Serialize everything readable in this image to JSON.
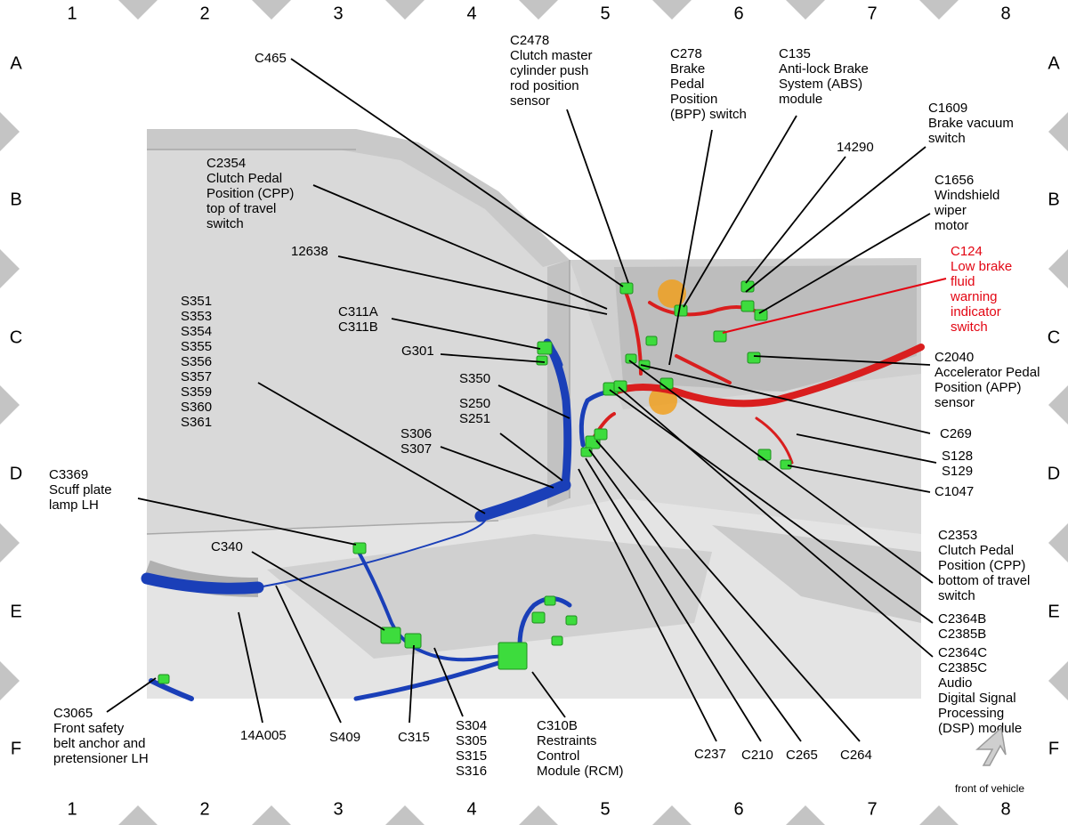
{
  "grid": {
    "columns": [
      "1",
      "2",
      "3",
      "4",
      "5",
      "6",
      "7",
      "8"
    ],
    "rows": [
      "A",
      "B",
      "C",
      "D",
      "E",
      "F"
    ]
  },
  "callouts": [
    {
      "id": "c465",
      "lines": [
        "C465"
      ]
    },
    {
      "id": "c2478",
      "lines": [
        "C2478",
        "Clutch master",
        "cylinder push",
        "rod position",
        "sensor"
      ]
    },
    {
      "id": "c278",
      "lines": [
        "C278",
        "Brake",
        "Pedal",
        "Position",
        "(BPP) switch"
      ]
    },
    {
      "id": "c135",
      "lines": [
        "C135",
        "Anti-lock Brake",
        "System (ABS)",
        "module"
      ]
    },
    {
      "id": "c1609",
      "lines": [
        "C1609",
        "Brake vacuum",
        "switch"
      ]
    },
    {
      "id": "n14290",
      "lines": [
        "14290"
      ]
    },
    {
      "id": "c1656",
      "lines": [
        "C1656",
        "Windshield",
        "wiper",
        "motor"
      ]
    },
    {
      "id": "c124",
      "lines": [
        "C124",
        "Low brake",
        "fluid",
        "warning",
        "indicator",
        "switch"
      ],
      "highlight": true
    },
    {
      "id": "c2354",
      "lines": [
        "C2354",
        "Clutch Pedal",
        "Position (CPP)",
        "top of travel",
        "switch"
      ]
    },
    {
      "id": "n12638",
      "lines": [
        "12638"
      ]
    },
    {
      "id": "c311",
      "lines": [
        "C311A",
        "C311B"
      ]
    },
    {
      "id": "s351",
      "lines": [
        "S351",
        "S353",
        "S354",
        "S355",
        "S356",
        "S357",
        "S359",
        "S360",
        "S361"
      ]
    },
    {
      "id": "g301",
      "lines": [
        "G301"
      ]
    },
    {
      "id": "s350",
      "lines": [
        "S350"
      ]
    },
    {
      "id": "s250",
      "lines": [
        "S250",
        "S251"
      ]
    },
    {
      "id": "s306",
      "lines": [
        "S306",
        "S307"
      ]
    },
    {
      "id": "c2040",
      "lines": [
        "C2040",
        "Accelerator Pedal",
        "Position (APP)",
        "sensor"
      ]
    },
    {
      "id": "c269",
      "lines": [
        "C269"
      ]
    },
    {
      "id": "s128",
      "lines": [
        "S128",
        "S129"
      ]
    },
    {
      "id": "c1047",
      "lines": [
        "C1047"
      ]
    },
    {
      "id": "c3369",
      "lines": [
        "C3369",
        "Scuff plate",
        "lamp LH"
      ]
    },
    {
      "id": "c2353",
      "lines": [
        "C2353",
        "Clutch Pedal",
        "Position (CPP)",
        "bottom of travel",
        "switch"
      ]
    },
    {
      "id": "c340",
      "lines": [
        "C340"
      ]
    },
    {
      "id": "c2364b",
      "lines": [
        "C2364B",
        "C2385B"
      ]
    },
    {
      "id": "c2364c",
      "lines": [
        "C2364C",
        "C2385C",
        "Audio",
        "Digital Signal",
        "Processing",
        "(DSP) module"
      ]
    },
    {
      "id": "c3065",
      "lines": [
        "C3065",
        "Front safety",
        "belt anchor and",
        "pretensioner LH"
      ]
    },
    {
      "id": "n14a005",
      "lines": [
        "14A005"
      ]
    },
    {
      "id": "s409",
      "lines": [
        "S409"
      ]
    },
    {
      "id": "c315",
      "lines": [
        "C315"
      ]
    },
    {
      "id": "s304",
      "lines": [
        "S304",
        "S305",
        "S315",
        "S316"
      ]
    },
    {
      "id": "c310b",
      "lines": [
        "C310B",
        "Restraints",
        "Control",
        "Module (RCM)"
      ]
    },
    {
      "id": "c237",
      "lines": [
        "C237"
      ]
    },
    {
      "id": "c210",
      "lines": [
        "C210"
      ]
    },
    {
      "id": "c265",
      "lines": [
        "C265"
      ]
    },
    {
      "id": "c264",
      "lines": [
        "C264"
      ]
    }
  ],
  "orientation_note": "front of vehicle",
  "colors": {
    "harness_blue": "#1a3fb8",
    "harness_red": "#d91e1e",
    "connector_green": "#3ddc3d",
    "body_gray": "#d9d9d9",
    "highlight_red": "#e30613",
    "frame_gray": "#bfbfbf"
  }
}
